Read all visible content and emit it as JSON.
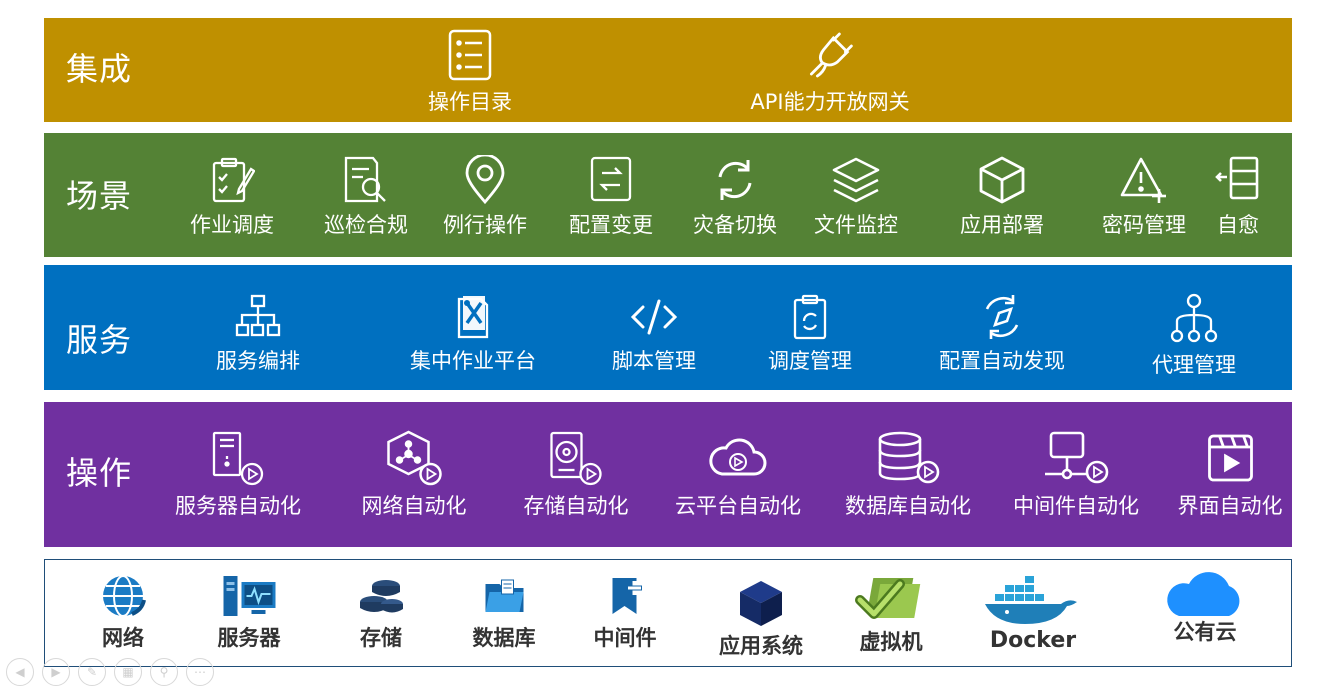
{
  "integration": {
    "title": "集成",
    "items": [
      {
        "label": "操作目录",
        "icon": "list-document-icon"
      },
      {
        "label": "API能力开放网关",
        "icon": "plug-icon"
      }
    ]
  },
  "scenario": {
    "title": "场景",
    "items": [
      {
        "label": "作业调度",
        "icon": "clipboard-edit-icon"
      },
      {
        "label": "巡检合规",
        "icon": "document-search-icon"
      },
      {
        "label": "例行操作",
        "icon": "location-pin-icon"
      },
      {
        "label": "配置变更",
        "icon": "swap-icon"
      },
      {
        "label": "灾备切换",
        "icon": "refresh-icon"
      },
      {
        "label": "文件监控",
        "icon": "layers-icon"
      },
      {
        "label": "应用部署",
        "icon": "cube-icon"
      },
      {
        "label": "密码管理",
        "icon": "warning-plus-icon"
      },
      {
        "label": "自愈",
        "icon": "server-arrow-icon"
      }
    ]
  },
  "service": {
    "title": "服务",
    "items": [
      {
        "label": "服务编排",
        "icon": "hierarchy-icon"
      },
      {
        "label": "集中作业平台",
        "icon": "tools-document-icon"
      },
      {
        "label": "脚本管理",
        "icon": "code-icon"
      },
      {
        "label": "调度管理",
        "icon": "clipboard-cycle-icon"
      },
      {
        "label": "配置自动发现",
        "icon": "compass-cycle-icon"
      },
      {
        "label": "代理管理",
        "icon": "agent-tree-icon"
      }
    ]
  },
  "operation": {
    "title": "操作",
    "items": [
      {
        "label": "服务器自动化",
        "icon": "server-play-icon"
      },
      {
        "label": "网络自动化",
        "icon": "network-hex-play-icon"
      },
      {
        "label": "存储自动化",
        "icon": "disk-play-icon"
      },
      {
        "label": "云平台自动化",
        "icon": "cloud-play-icon"
      },
      {
        "label": "数据库自动化",
        "icon": "database-play-icon"
      },
      {
        "label": "中间件自动化",
        "icon": "middleware-play-icon"
      },
      {
        "label": "界面自动化",
        "icon": "video-play-icon"
      }
    ]
  },
  "resource": {
    "items": [
      {
        "label": "网络",
        "icon": "globe-icon"
      },
      {
        "label": "服务器",
        "icon": "monitor-server-icon"
      },
      {
        "label": "存储",
        "icon": "storage-disks-icon"
      },
      {
        "label": "数据库",
        "icon": "folder-database-icon"
      },
      {
        "label": "中间件",
        "icon": "middleware-flag-icon"
      },
      {
        "label": "应用系统",
        "icon": "app-cube-icon"
      },
      {
        "label": "虚拟机",
        "icon": "vm-check-icon"
      },
      {
        "label": "Docker",
        "icon": "docker-whale-icon"
      },
      {
        "label": "公有云",
        "icon": "public-cloud-icon"
      }
    ]
  },
  "colors": {
    "integration": "#bf9000",
    "scenario": "#548235",
    "service": "#0070c0",
    "operation": "#7030a0"
  }
}
